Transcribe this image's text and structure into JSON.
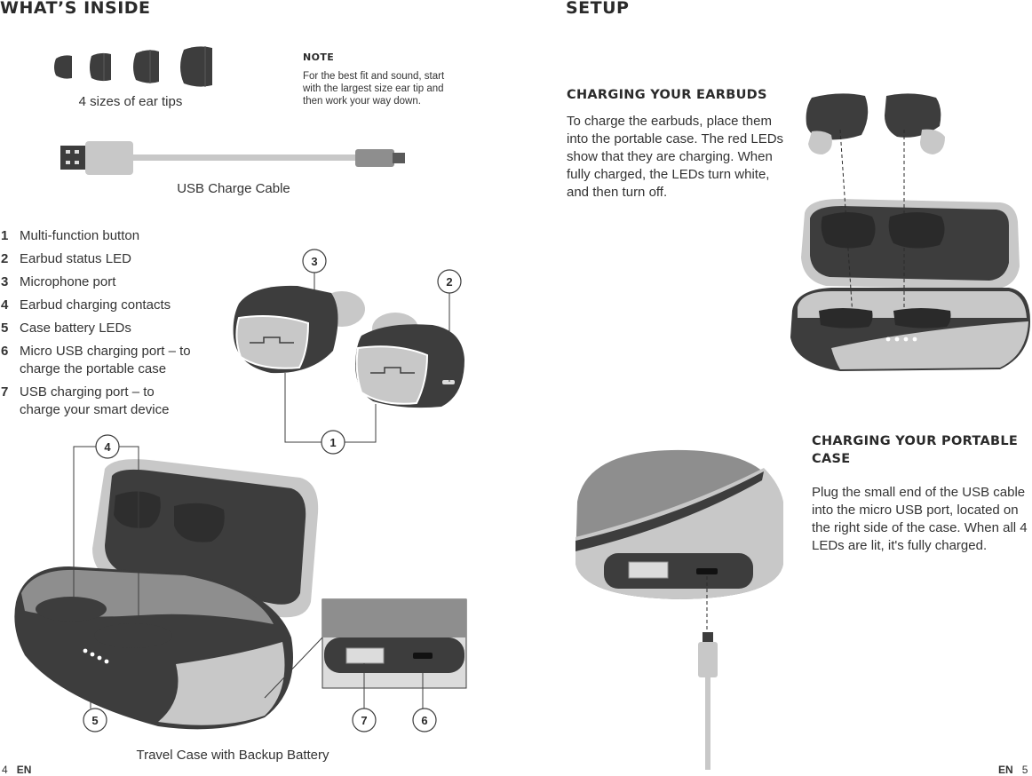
{
  "left_page": {
    "heading": "WHAT’S INSIDE",
    "ear_tips_caption": "4 sizes of ear tips",
    "note": {
      "title": "NOTE",
      "text": "For the best fit and sound, start with the largest size ear tip and then work your way down."
    },
    "cable_caption": "USB Charge Cable",
    "parts": [
      {
        "num": "1",
        "label": "Multi-function button"
      },
      {
        "num": "2",
        "label": "Earbud status LED"
      },
      {
        "num": "3",
        "label": "Microphone port"
      },
      {
        "num": "4",
        "label": "Earbud charging contacts"
      },
      {
        "num": "5",
        "label": "Case battery LEDs"
      },
      {
        "num": "6",
        "label": "Micro USB charging port – to charge the portable case"
      },
      {
        "num": "7",
        "label": "USB charging port – to charge your smart device"
      }
    ],
    "callouts": {
      "c1": "1",
      "c2": "2",
      "c3": "3",
      "c4": "4",
      "c5": "5",
      "c6": "6",
      "c7": "7"
    },
    "case_caption": "Travel Case with Backup Battery",
    "footer": {
      "page": "4",
      "lang": "EN"
    }
  },
  "right_page": {
    "heading": "SETUP",
    "earbuds_section": {
      "title": "CHARGING YOUR EARBUDS",
      "text": "To charge the earbuds, place them into the portable case. The red LEDs show that they are charging. When fully charged, the LEDs turn white, and then turn off."
    },
    "case_section": {
      "title": "CHARGING YOUR PORTABLE CASE",
      "text": "Plug the small end of the USB cable into the micro USB port, located on the right side of the case. When all 4 LEDs are lit, it's fully charged."
    },
    "footer": {
      "lang": "EN",
      "page": "5"
    }
  },
  "colors": {
    "dark": "#3d3d3d",
    "mid": "#8e8e8e",
    "light": "#c8c8c8",
    "lighter": "#dcdcdc",
    "text": "#2b2b2b"
  }
}
